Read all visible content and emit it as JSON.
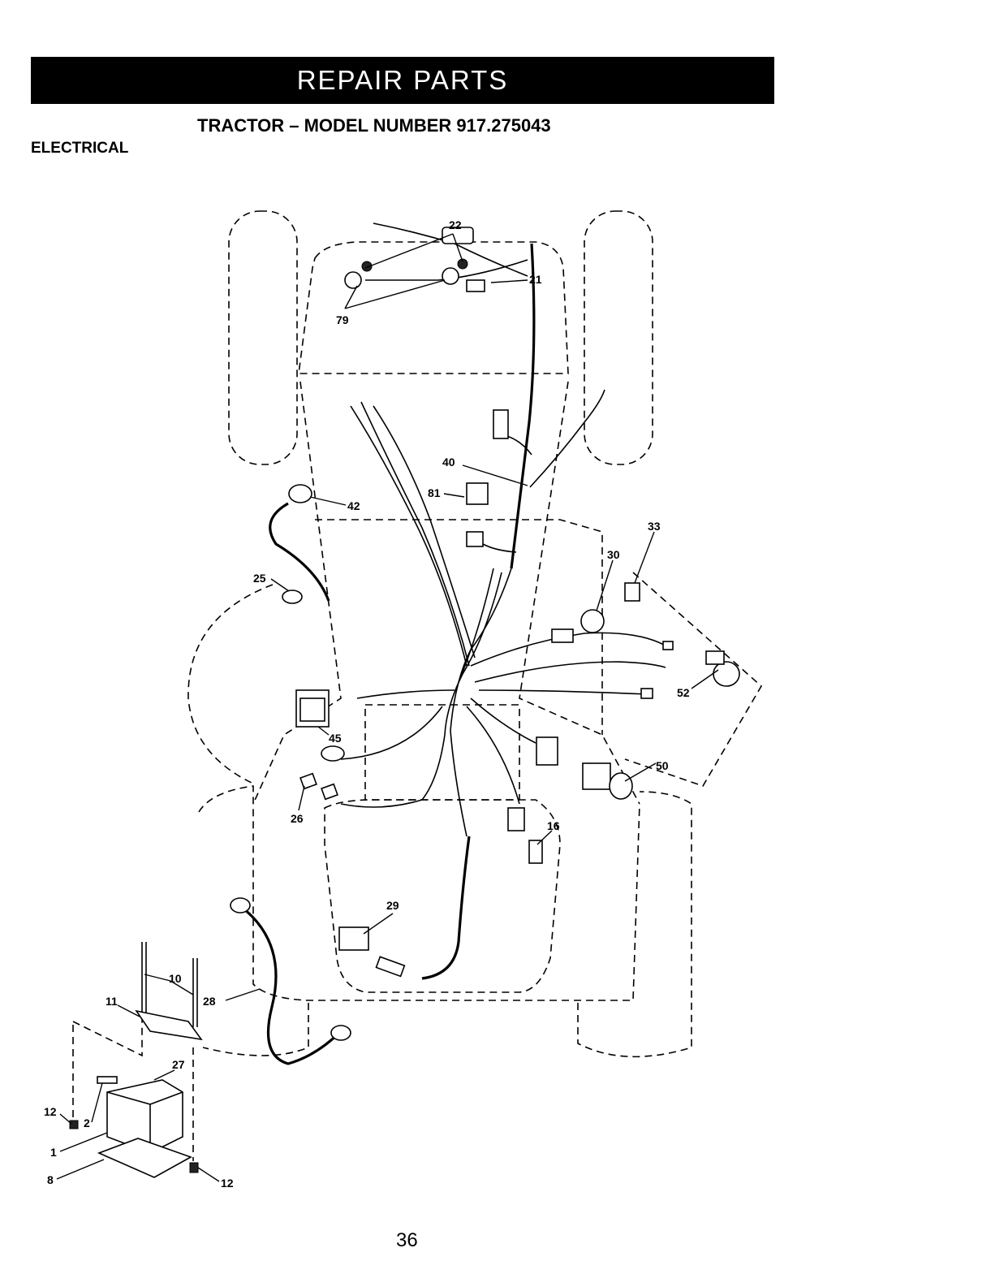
{
  "header": {
    "banner_title": "REPAIR PARTS",
    "subtitle": "TRACTOR – MODEL NUMBER 917.275043",
    "section_label": "ELECTRICAL"
  },
  "diagram": {
    "callouts": [
      "22",
      "21",
      "79",
      "40",
      "81",
      "42",
      "25",
      "33",
      "30",
      "52",
      "45",
      "50",
      "26",
      "16",
      "29",
      "10",
      "11",
      "28",
      "27",
      "12",
      "2",
      "1",
      "8",
      "12"
    ]
  },
  "footer": {
    "page_number": "36"
  }
}
